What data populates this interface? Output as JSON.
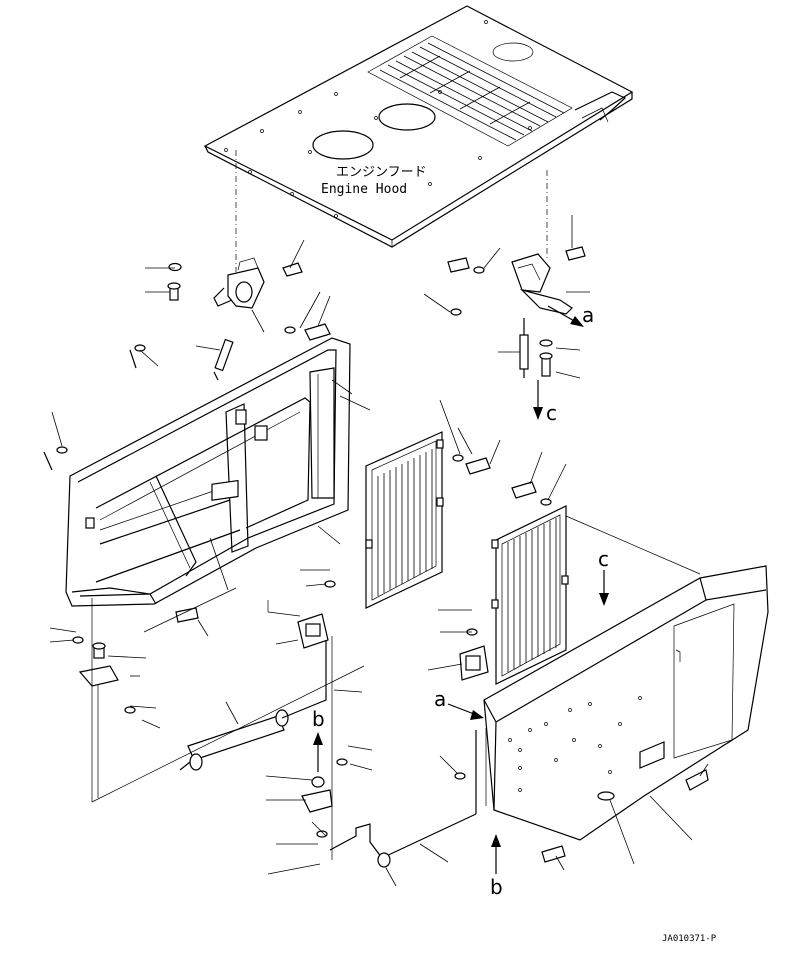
{
  "labels": {
    "engine_hood_jp": "エンジンフード",
    "engine_hood_en": "Engine Hood"
  },
  "callouts": {
    "a_top": "a",
    "a_side": "a",
    "b_left": "b",
    "b_bottom": "b",
    "c_top": "c",
    "c_side": "c"
  },
  "drawing_code": "JA010371-P"
}
